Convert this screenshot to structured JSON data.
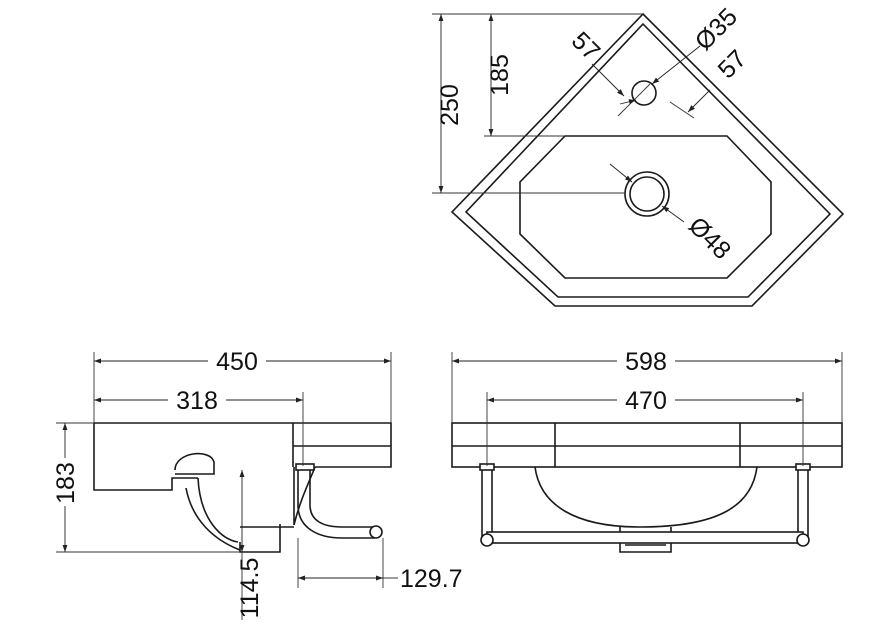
{
  "dimensions": {
    "top_height_overall": "250",
    "top_height_to_bowl": "185",
    "tap_offset_left": "57",
    "tap_offset_right": "57",
    "tap_hole_diameter": "Ø35",
    "waste_diameter": "Ø48",
    "side_width_overall": "450",
    "side_width_to_leg": "318",
    "side_height": "183",
    "side_bowl_depth": "114.5",
    "side_leg_offset": "129.7",
    "front_width_overall": "598",
    "front_width_legs": "470"
  }
}
